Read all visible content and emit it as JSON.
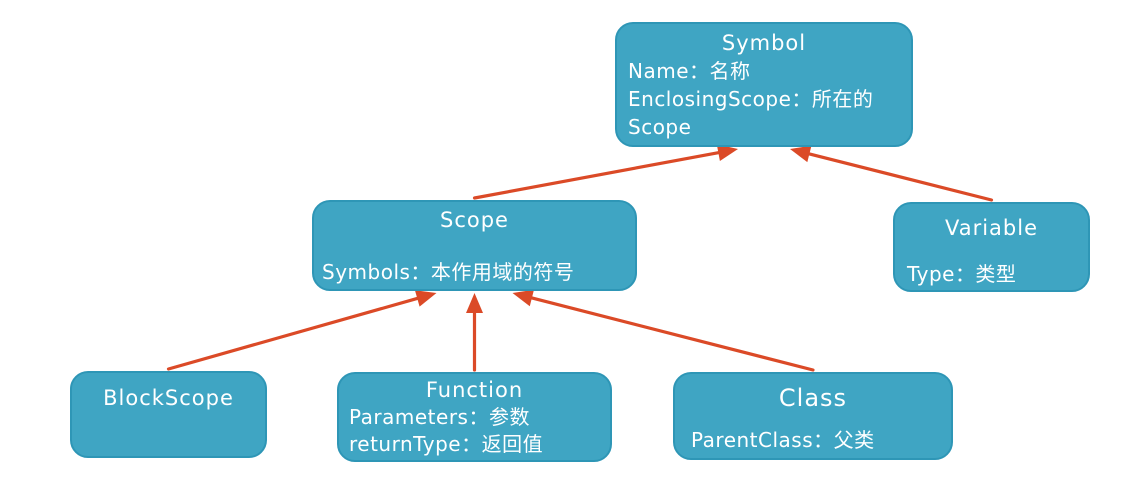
{
  "theme": {
    "background": "#FFFFFF",
    "node_fill": "#3FA5C3",
    "node_border": "#2E96B6",
    "text_color": "#FFFFFF",
    "arrow_color": "#DB4A27"
  },
  "nodes": [
    {
      "id": "symbol",
      "title": "Symbol",
      "lines": [
        "Name：名称",
        "EnclosingScope：所在的",
        "Scope"
      ]
    },
    {
      "id": "scope",
      "title": "Scope",
      "lines": [
        "Symbols：本作用域的符号"
      ]
    },
    {
      "id": "variable",
      "title": "Variable",
      "lines": [
        "Type：类型"
      ]
    },
    {
      "id": "blockscope",
      "title": "BlockScope",
      "lines": []
    },
    {
      "id": "function",
      "title": "Function",
      "lines": [
        "Parameters：参数",
        "returnType：返回值"
      ]
    },
    {
      "id": "class",
      "title": "Class",
      "lines": [
        "ParentClass：父类"
      ]
    }
  ],
  "edges": [
    {
      "from": "scope",
      "to": "symbol"
    },
    {
      "from": "variable",
      "to": "symbol"
    },
    {
      "from": "blockscope",
      "to": "scope"
    },
    {
      "from": "function",
      "to": "scope"
    },
    {
      "from": "class",
      "to": "scope"
    }
  ]
}
